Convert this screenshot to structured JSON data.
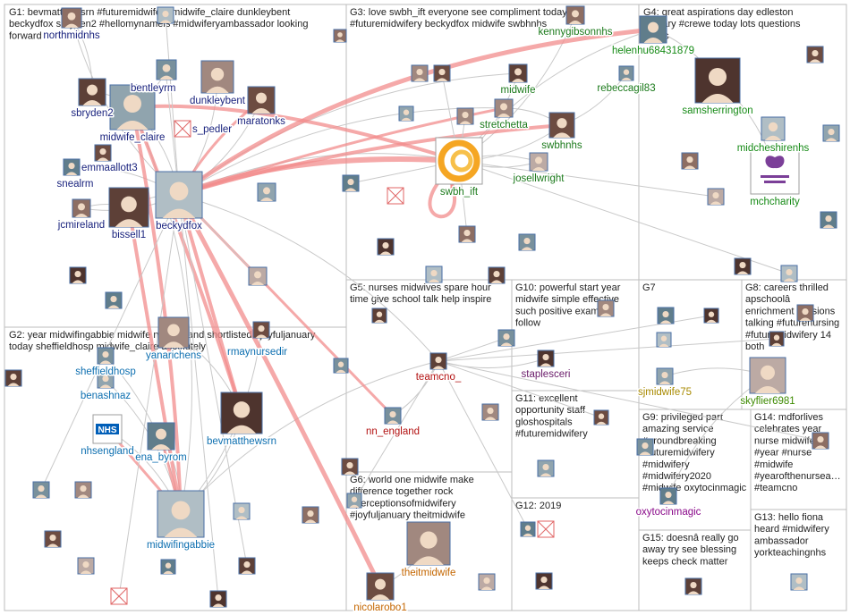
{
  "colors": {
    "G1": "#1a237e",
    "G2": "#0d6fb0",
    "G3": "#1b7a1b",
    "G4": "#158a15",
    "G5": "#b31212",
    "G6": "#c46600",
    "G7": "#a88a00",
    "G8": "#3d8a00",
    "G9": "#8a0a8a",
    "G10": "#6a1b6a",
    "G11": "#444444",
    "G12": "#444444",
    "G13": "#444444",
    "G14": "#444444",
    "G15": "#444444",
    "edge": "#c9c9c9",
    "edge_strong": "#f28c8c",
    "box": "#bdbdbd"
  },
  "groups": [
    {
      "id": "G1",
      "title": [
        "G1: bevmatthewsrn #futuremidwifery midwife_claire dunkleybent",
        "beckydfox sbryden2 #hellomynameis #midwiferyambassador looking",
        "forward"
      ]
    },
    {
      "id": "G2",
      "title": [
        "G2: year midwifingabbie midwife nhsengland shortlisted #joyfuljanuary",
        "today sheffieldhosp midwife_claire absolutely"
      ]
    },
    {
      "id": "G3",
      "title": [
        "G3: love swbh_ift everyone see compliment today",
        "#futuremidwifery beckydfox midwife swbhnhs"
      ]
    },
    {
      "id": "G4",
      "title": [
        "G4: great aspirations day edleston",
        "primary #crewe today lots questions",
        "pupils"
      ]
    },
    {
      "id": "G5",
      "title": [
        "G5: nurses midwives spare hour",
        "time give school talk help inspire"
      ]
    },
    {
      "id": "G6",
      "title": [
        "G6: world one midwife make",
        "difference together rock",
        "#perceptionsofmidwifery",
        "#joyfuljanuary theitmidwife"
      ]
    },
    {
      "id": "G7",
      "title": [
        "G7"
      ]
    },
    {
      "id": "G8",
      "title": [
        "G8: careers thrilled",
        "apschoolâ",
        "enrichment sessions",
        "talking #futurenursing",
        "#futuremidwifery 14",
        "both"
      ]
    },
    {
      "id": "G9",
      "title": [
        "G9: privileged part",
        "amazing service",
        "#groundbreaking",
        "#futuremidwifery",
        "#midwifery",
        "#midwifery2020",
        "#midwife oxytocinmagic"
      ]
    },
    {
      "id": "G10",
      "title": [
        "G10: powerful start year",
        "midwife simple effective",
        "such positive example",
        "follow"
      ]
    },
    {
      "id": "G11",
      "title": [
        "G11: excellent",
        "opportunity staff",
        "gloshospitals",
        "#futuremidwifery"
      ]
    },
    {
      "id": "G12",
      "title": [
        "G12: 2019"
      ]
    },
    {
      "id": "G13",
      "title": [
        "G13: hello fiona",
        "heard #midwifery",
        "ambassador",
        "yorkteachingnhs"
      ]
    },
    {
      "id": "G14",
      "title": [
        "G14: mdforlives",
        "celebrates year",
        "nurse midwife",
        "#year #nurse",
        "#midwife",
        "#yearofthenursea…",
        "#teamcno"
      ]
    },
    {
      "id": "G15",
      "title": [
        "G15: doesnâ really go",
        "away try see blessing",
        "keeps check matter"
      ]
    }
  ],
  "nodes": [
    {
      "id": "northmidnhs",
      "label": "northmidnhs",
      "group": "G1",
      "icon": "avatar"
    },
    {
      "id": "sbryden2",
      "label": "sbryden2",
      "group": "G1",
      "icon": "avatar"
    },
    {
      "id": "bentleyrm",
      "label": "bentleyrm",
      "group": "G1",
      "icon": "avatar"
    },
    {
      "id": "dunkleybent",
      "label": "dunkleybent",
      "group": "G1",
      "icon": "avatar"
    },
    {
      "id": "maratonks",
      "label": "maratonks",
      "group": "G1",
      "icon": "avatar"
    },
    {
      "id": "midwife_claire",
      "label": "midwife_claire",
      "group": "G1",
      "icon": "avatar"
    },
    {
      "id": "s_pedler",
      "label": "s_pedler",
      "group": "G1",
      "icon": "broken-image"
    },
    {
      "id": "emmaallott3",
      "label": "emmaallott3",
      "group": "G1",
      "icon": "avatar"
    },
    {
      "id": "snealrm",
      "label": "snealrm",
      "group": "G1",
      "icon": "avatar"
    },
    {
      "id": "beckydfox",
      "label": "beckydfox",
      "group": "G1",
      "icon": "avatar"
    },
    {
      "id": "jcmireland",
      "label": "jcmireland",
      "group": "G1",
      "icon": "avatar"
    },
    {
      "id": "bissell1",
      "label": "bissell1",
      "group": "G1",
      "icon": "avatar"
    },
    {
      "id": "sheffieldhosp",
      "label": "sheffieldhosp",
      "group": "G2",
      "icon": "avatar"
    },
    {
      "id": "yanarichens",
      "label": "yanarichens",
      "group": "G2",
      "icon": "avatar"
    },
    {
      "id": "rmaynursedir",
      "label": "rmaynursedir",
      "group": "G2",
      "icon": "avatar"
    },
    {
      "id": "benashnaz",
      "label": "benashnaz",
      "group": "G2",
      "icon": "avatar"
    },
    {
      "id": "nhsengland",
      "label": "nhsengland",
      "group": "G2",
      "icon": "nhs-logo"
    },
    {
      "id": "ena_byrom",
      "label": "ena_byrom",
      "group": "G2",
      "icon": "avatar"
    },
    {
      "id": "bevmatthewsrn",
      "label": "bevmatthewsrn",
      "group": "G2",
      "icon": "avatar"
    },
    {
      "id": "midwifingabbie",
      "label": "midwifingabbie",
      "group": "G2",
      "icon": "avatar"
    },
    {
      "id": "kennygibsonnhs",
      "label": "kennygibsonnhs",
      "group": "G3",
      "icon": "avatar"
    },
    {
      "id": "midwife",
      "label": "midwife",
      "group": "G3",
      "icon": "avatar"
    },
    {
      "id": "rebeccagil83",
      "label": "rebeccagil83",
      "group": "G3",
      "icon": "avatar"
    },
    {
      "id": "stretchetta",
      "label": "stretchetta",
      "group": "G3",
      "icon": "avatar"
    },
    {
      "id": "swbhnhs",
      "label": "swbhnhs",
      "group": "G3",
      "icon": "avatar"
    },
    {
      "id": "swbh_ift",
      "label": "swbh_ift",
      "group": "G3",
      "icon": "swbh-logo"
    },
    {
      "id": "josellwright",
      "label": "josellwright",
      "group": "G3",
      "icon": "avatar"
    },
    {
      "id": "helenhu68431879",
      "label": "helenhu68431879",
      "group": "G4",
      "icon": "avatar"
    },
    {
      "id": "samsherrington",
      "label": "samsherrington",
      "group": "G4",
      "icon": "avatar"
    },
    {
      "id": "midcheshirenhs",
      "label": "midcheshirenhs",
      "group": "G4",
      "icon": "avatar"
    },
    {
      "id": "mchcharity",
      "label": "mchcharity",
      "group": "G4",
      "icon": "charity-logo"
    },
    {
      "id": "teamcno_",
      "label": "teamcno_",
      "group": "G5",
      "icon": "avatar"
    },
    {
      "id": "nn_england",
      "label": "nn_england",
      "group": "G5",
      "icon": "avatar"
    },
    {
      "id": "theitmidwife",
      "label": "theitmidwife",
      "group": "G6",
      "icon": "avatar"
    },
    {
      "id": "nicolarobo1",
      "label": "nicolarobo1",
      "group": "G6",
      "icon": "avatar"
    },
    {
      "id": "sjmidwife75",
      "label": "sjmidwife75",
      "group": "G7",
      "icon": "avatar"
    },
    {
      "id": "skyflier6981",
      "label": "skyflier6981",
      "group": "G8",
      "icon": "avatar"
    },
    {
      "id": "oxytocinmagic",
      "label": "oxytocinmagic",
      "group": "G9",
      "icon": "avatar"
    },
    {
      "id": "staplesceri",
      "label": "staplesceri",
      "group": "G10",
      "icon": "avatar"
    }
  ],
  "minor_nodes": [
    {
      "group": "G1",
      "icon": "avatar"
    },
    {
      "group": "G1",
      "icon": "avatar"
    },
    {
      "group": "G1",
      "icon": "avatar"
    },
    {
      "group": "G1",
      "icon": "avatar"
    },
    {
      "group": "G1",
      "icon": "avatar"
    },
    {
      "group": "G1",
      "icon": "avatar"
    },
    {
      "group": "G1",
      "icon": "avatar"
    },
    {
      "group": "G1",
      "icon": "avatar"
    },
    {
      "group": "G2",
      "icon": "avatar"
    },
    {
      "group": "G2",
      "icon": "avatar"
    },
    {
      "group": "G2",
      "icon": "avatar"
    },
    {
      "group": "G2",
      "icon": "avatar"
    },
    {
      "group": "G2",
      "icon": "broken-image"
    },
    {
      "group": "G2",
      "icon": "avatar"
    },
    {
      "group": "G2",
      "icon": "avatar"
    },
    {
      "group": "G2",
      "icon": "avatar"
    },
    {
      "group": "G2",
      "icon": "avatar"
    },
    {
      "group": "G2",
      "icon": "avatar"
    },
    {
      "group": "G2",
      "icon": "avatar"
    },
    {
      "group": "G2",
      "icon": "avatar"
    },
    {
      "group": "G3",
      "icon": "avatar"
    },
    {
      "group": "G3",
      "icon": "avatar"
    },
    {
      "group": "G3",
      "icon": "avatar"
    },
    {
      "group": "G3",
      "icon": "broken-image"
    },
    {
      "group": "G3",
      "icon": "avatar"
    },
    {
      "group": "G3",
      "icon": "avatar"
    },
    {
      "group": "G3",
      "icon": "avatar"
    },
    {
      "group": "G3",
      "icon": "avatar"
    },
    {
      "group": "G3",
      "icon": "avatar"
    },
    {
      "group": "G3",
      "icon": "avatar"
    },
    {
      "group": "G3",
      "icon": "avatar"
    },
    {
      "group": "G4",
      "icon": "avatar"
    },
    {
      "group": "G4",
      "icon": "avatar"
    },
    {
      "group": "G4",
      "icon": "avatar"
    },
    {
      "group": "G4",
      "icon": "avatar"
    },
    {
      "group": "G4",
      "icon": "avatar"
    },
    {
      "group": "G4",
      "icon": "avatar"
    },
    {
      "group": "G4",
      "icon": "avatar"
    },
    {
      "group": "G5",
      "icon": "avatar"
    },
    {
      "group": "G5",
      "icon": "avatar"
    },
    {
      "group": "G5",
      "icon": "avatar"
    },
    {
      "group": "G5",
      "icon": "avatar"
    },
    {
      "group": "G6",
      "icon": "avatar"
    },
    {
      "group": "G6",
      "icon": "avatar"
    },
    {
      "group": "G7",
      "icon": "avatar"
    },
    {
      "group": "G7",
      "icon": "avatar"
    },
    {
      "group": "G7",
      "icon": "avatar"
    },
    {
      "group": "G8",
      "icon": "avatar"
    },
    {
      "group": "G8",
      "icon": "avatar"
    },
    {
      "group": "G9",
      "icon": "avatar"
    },
    {
      "group": "G10",
      "icon": "avatar"
    },
    {
      "group": "G11",
      "icon": "avatar"
    },
    {
      "group": "G11",
      "icon": "avatar"
    },
    {
      "group": "G12",
      "icon": "broken-image"
    },
    {
      "group": "G12",
      "icon": "avatar"
    },
    {
      "group": "G12",
      "icon": "avatar"
    },
    {
      "group": "G13",
      "icon": "avatar"
    },
    {
      "group": "G14",
      "icon": "avatar"
    },
    {
      "group": "G15",
      "icon": "avatar"
    }
  ]
}
